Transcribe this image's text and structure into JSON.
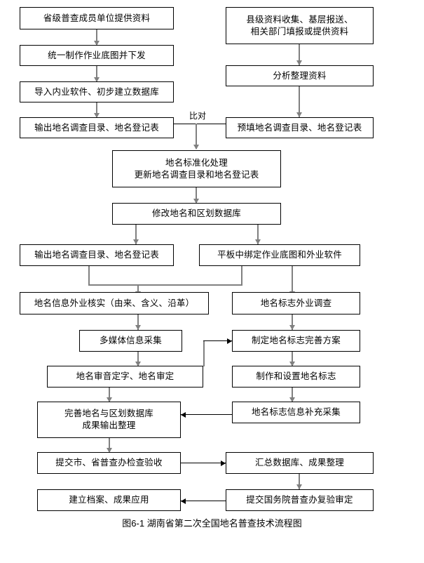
{
  "figure": {
    "caption": "图6-1 湖南省第二次全国地名普查技术流程图",
    "colors": {
      "box_border": "#000000",
      "box_fill": "#ffffff",
      "connector_gray": "#808080",
      "connector_black": "#000000",
      "text": "#000000",
      "background": "#ffffff"
    }
  },
  "nodes": {
    "n01": {
      "label": "省级普查成员单位提供资料"
    },
    "n02": {
      "label": "统一制作作业底图并下发"
    },
    "n03": {
      "label": "导入内业软件、初步建立数据库"
    },
    "n04": {
      "label": "输出地名调查目录、地名登记表"
    },
    "n05": {
      "label": "县级资料收集、基层报送、\n相关部门填报或提供资料"
    },
    "n06": {
      "label": "分析整理资料"
    },
    "n07": {
      "label": "预填地名调查目录、地名登记表"
    },
    "n08": {
      "label": "地名标准化处理\n更新地名调查目录和地名登记表"
    },
    "n09": {
      "label": "修改地名和区划数据库"
    },
    "n10": {
      "label": "输出地名调查目录、地名登记表"
    },
    "n11": {
      "label": "平板中绑定作业底图和外业软件"
    },
    "n12": {
      "label": "地名信息外业核实（由来、含义、沿革）"
    },
    "n13": {
      "label": "地名标志外业调查"
    },
    "n14": {
      "label": "多媒体信息采集"
    },
    "n15": {
      "label": "制定地名标志完善方案"
    },
    "n16": {
      "label": "地名审音定字、地名审定"
    },
    "n17": {
      "label": "制作和设置地名标志"
    },
    "n18": {
      "label": "完善地名与区划数据库\n成果输出整理"
    },
    "n19": {
      "label": "地名标志信息补充采集"
    },
    "n20": {
      "label": "提交市、省普查办检查验收"
    },
    "n21": {
      "label": "汇总数据库、成果整理"
    },
    "n22": {
      "label": "建立档案、成果应用"
    },
    "n23": {
      "label": "提交国务院普查办复验审定"
    }
  },
  "edge_labels": {
    "compare": "比对"
  }
}
